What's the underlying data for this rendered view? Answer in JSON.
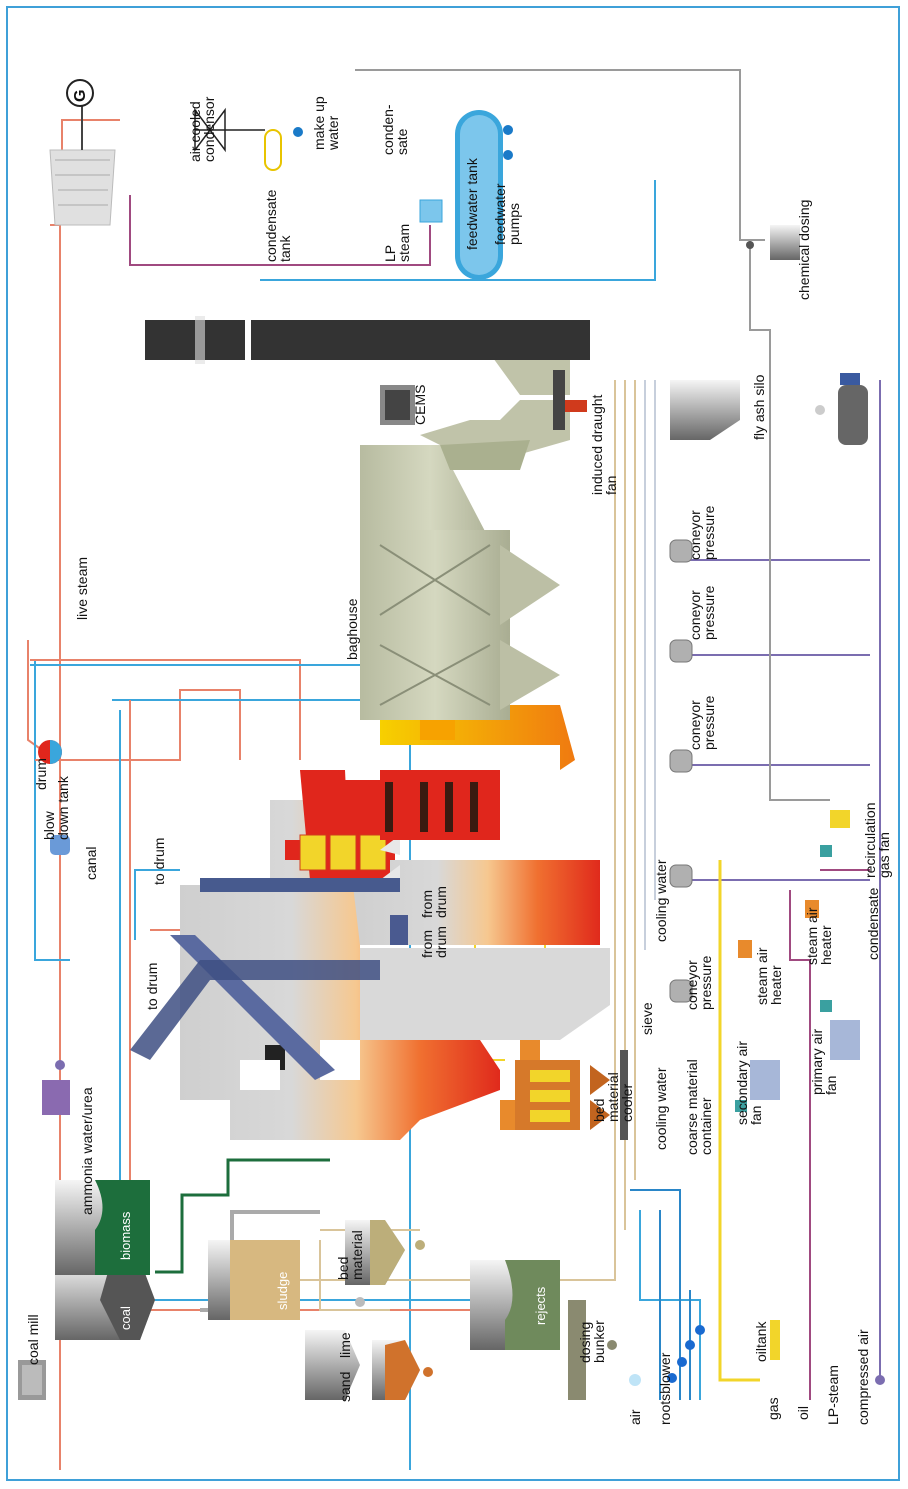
{
  "diagram": {
    "labels": {
      "coal_mill": "coal mill",
      "coal": "coal",
      "biomass": "biomass",
      "sludge": "sludge",
      "sand": "sand",
      "lime": "lime",
      "bed_material": "bed\nmaterial",
      "rejects": "rejects",
      "dosing_bunker": "dosing\nbunker",
      "air": "air",
      "rootsblower": "rootsblower",
      "gas": "gas",
      "oil": "oil",
      "oiltank": "oiltank",
      "lp_steam_in": "LP-steam",
      "compressed_air": "compressed air",
      "ammonia": "ammonia water/urea",
      "drum": "drum",
      "to_drum_1": "to drum",
      "to_drum_2": "to drum",
      "from_drum_1": "from\ndrum",
      "from_drum_2": "from\ndrum",
      "blow_down_tank": "blow\ndown tank",
      "canal": "canal",
      "live_steam": "live steam",
      "bed_material_cooler": "bed\nmaterial\ncooler",
      "cooling_water_1": "cooling water",
      "cooling_water_2": "cooling water",
      "sieve": "sieve",
      "coarse_material_container": "coarse material\ncontainer",
      "coneyor_pressure_1": "coneyor\npressure",
      "coneyor_pressure_2": "coneyor\npressure",
      "coneyor_pressure_3": "coneyor\npressure",
      "coneyor_pressure_4": "coneyor\npressure",
      "secondary_air_fan": "secondary air\nfan",
      "primary_air_fan": "primary air\nfan",
      "steam_air_heater_1": "steam air\nheater",
      "steam_air_heater_2": "steam air\nheater",
      "condensate_out": "condensate",
      "recirculation_gas_fan": "recirculation\ngas fan",
      "baghouse": "baghouse",
      "induced_draught_fan": "induced draught\nfan",
      "fly_ash_silo": "fly ash silo",
      "cems": "CEMS",
      "lp_steam": "LP\nsteam",
      "feedwater_tank": "feedwater tank",
      "feedwater_pumps": "feedwater\npumps",
      "condensate_tank": "condensate\ntank",
      "condensate_line": "conden-\nsate",
      "make_up_water": "make up\nwater",
      "air_cooled_condensor": "air cooled\ncondensor",
      "chemical_dosing": "chemical dosing",
      "generator": "G"
    },
    "colors": {
      "frame": "#3fa0d8",
      "water": "#3aa6dc",
      "steam": "#e8826a",
      "condensate": "#a04a80",
      "compressed_air": "#7b6db0",
      "gray_line": "#9a9a9a",
      "beige_line": "#d9c49a",
      "fuel_green": "#1d6e3c",
      "oil_yellow": "#f2d52a",
      "furnace_red": "#e0261c",
      "duct_beige": "#c9ccb0",
      "stack": "#333333"
    }
  }
}
